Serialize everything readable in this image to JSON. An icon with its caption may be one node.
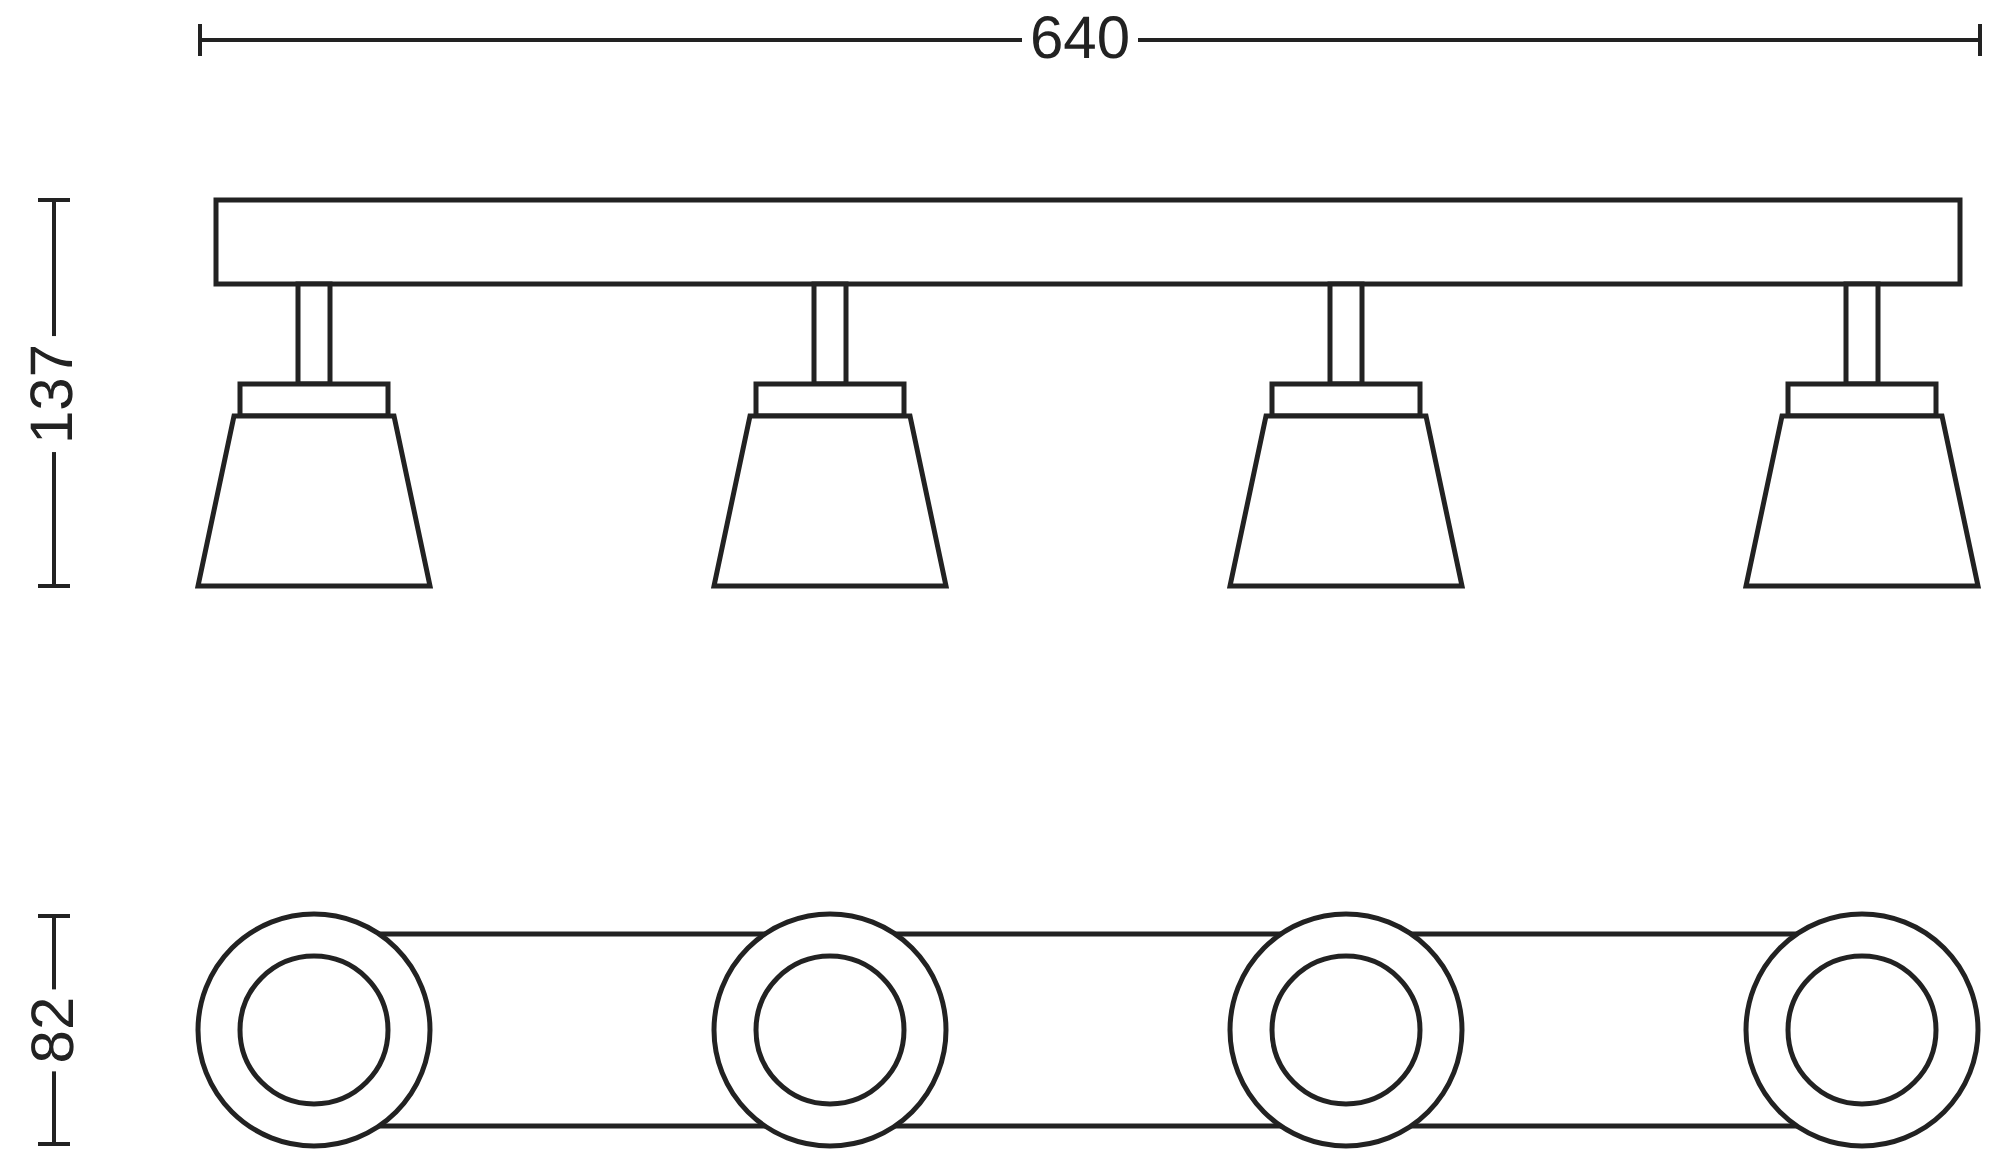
{
  "diagram": {
    "labels": [
      "640",
      "137",
      "82"
    ]
  }
}
